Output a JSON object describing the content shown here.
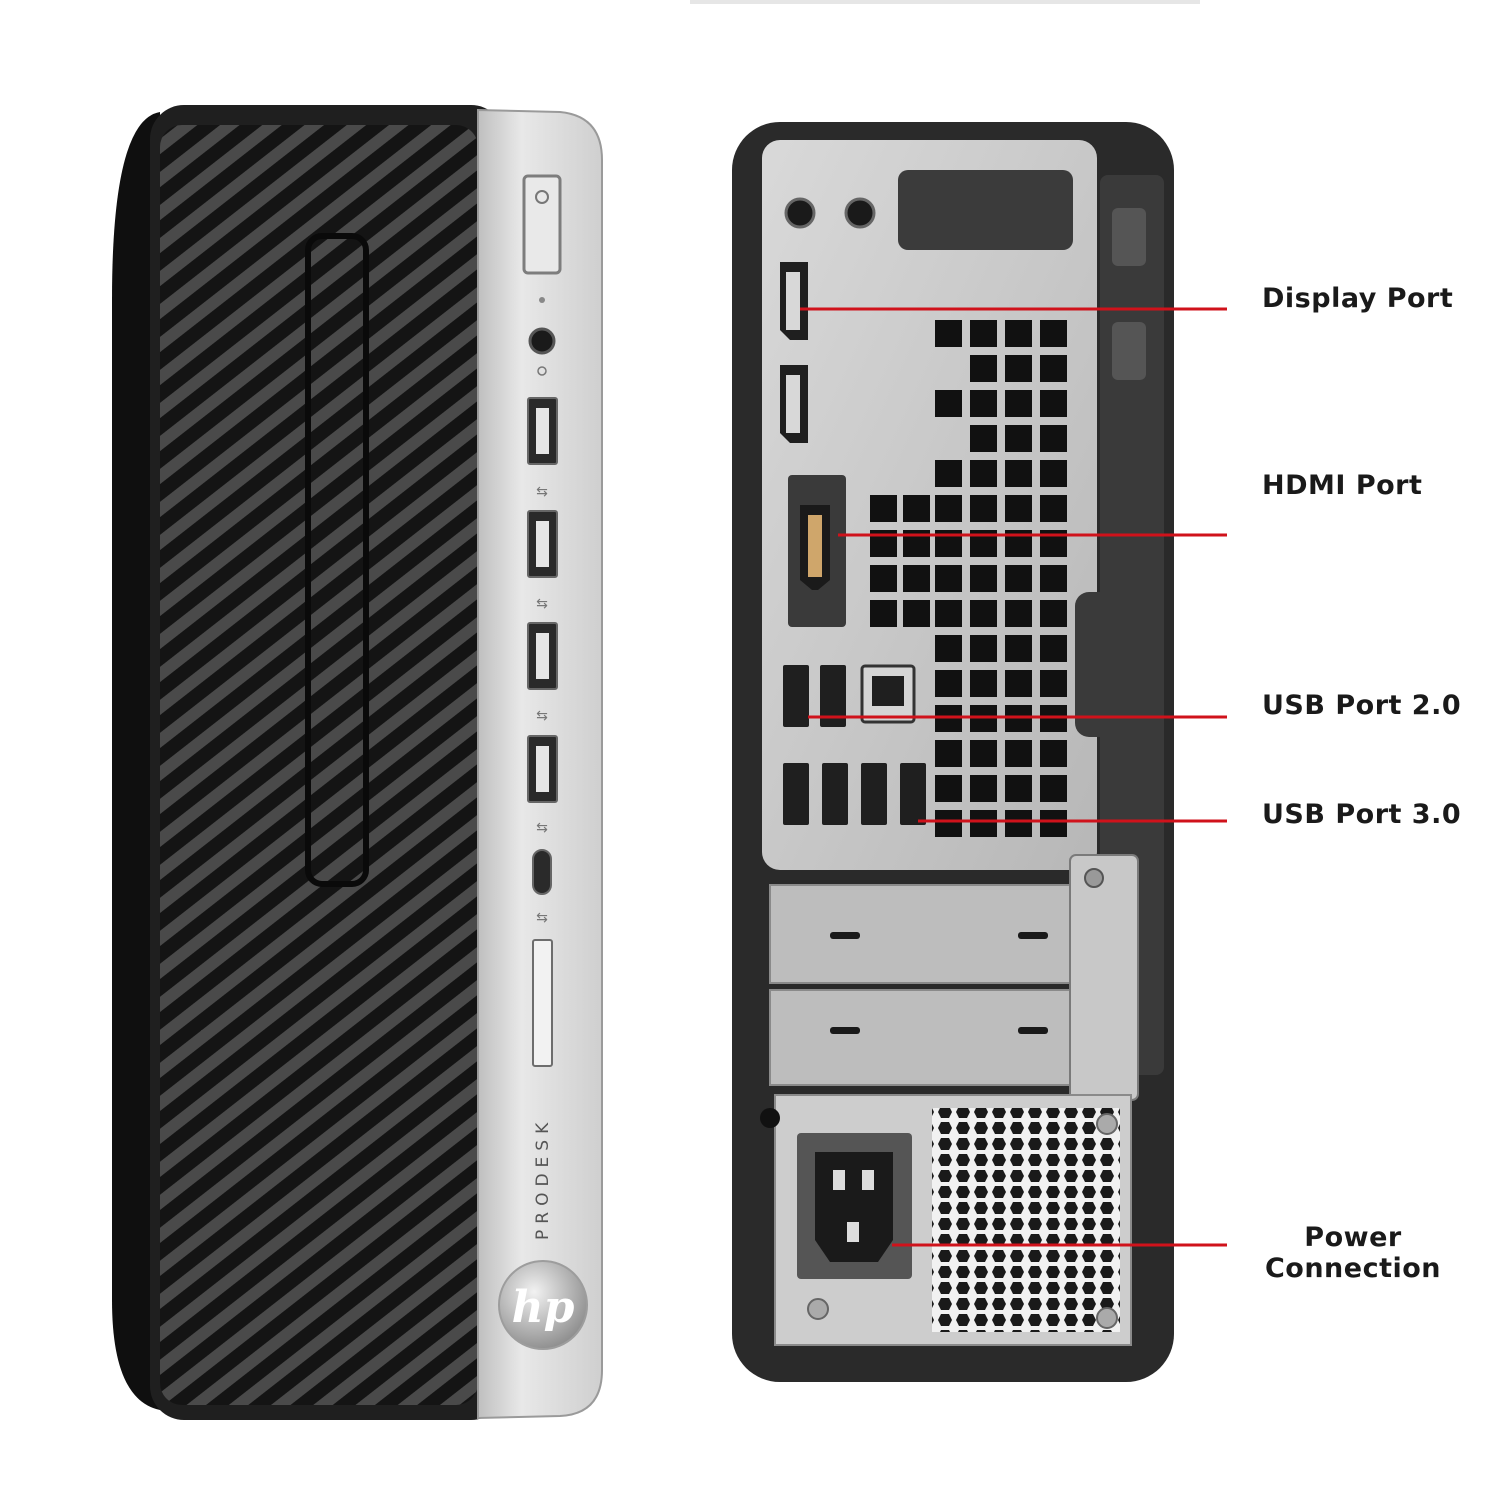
{
  "front_panel": {
    "brand_vertical": "PRODESK",
    "logo_text": "hp"
  },
  "callouts": {
    "display_port": "Display Port",
    "hdmi_port": "HDMI Port",
    "usb_2": "USB Port 2.0",
    "usb_3": "USB Port 3.0",
    "power": "Power Connection"
  },
  "colors": {
    "leader_line": "#d0121b",
    "chassis_dark": "#2b2b2b",
    "grille": "#1c1c1c",
    "silver_panel": "#d6d6d6",
    "io_plate": "#c9c9c9"
  }
}
